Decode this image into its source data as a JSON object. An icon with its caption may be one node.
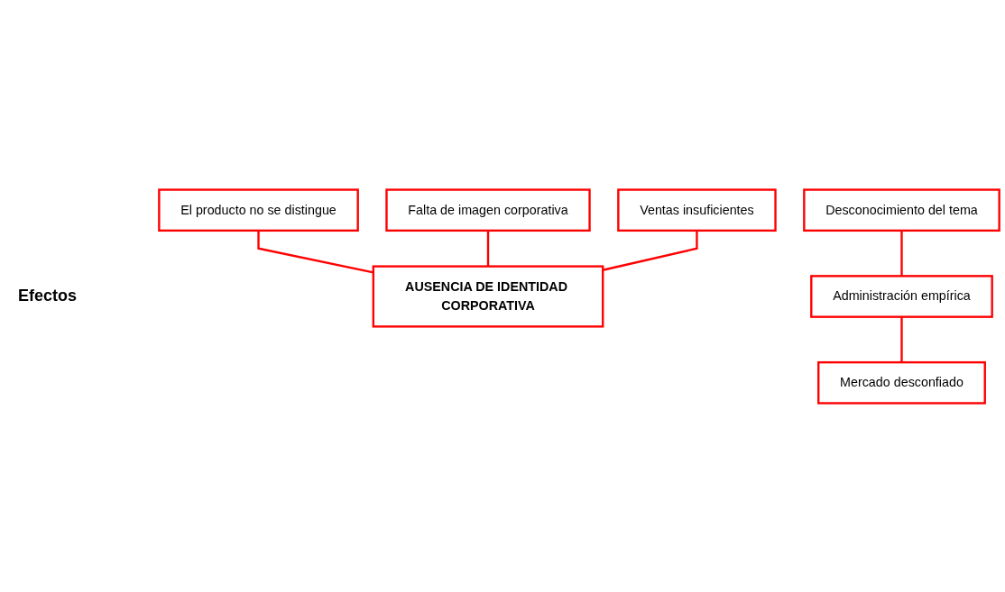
{
  "diagram": {
    "nodes": [
      {
        "text": [
          "El producto no se distingue"
        ]
      },
      {
        "text": [
          "Falta de imagen corporativa"
        ]
      },
      {
        "text": [
          "Ventas insuficientes"
        ]
      },
      {
        "text": [
          "AUSENCIA DE IDENTIDAD CORPORATIVA"
        ]
      },
      {
        "text": [
          "Desconocimiento del tema"
        ]
      },
      {
        "text": [
          "Administración empírica"
        ]
      },
      {
        "text": [
          "Mercado desconfiado"
        ]
      }
    ],
    "edges": [
      {
        "from": 0,
        "to": 3,
        "arrow": "none"
      },
      {
        "from": 1,
        "to": 3,
        "arrow": "none"
      },
      {
        "from": 2,
        "to": 3,
        "arrow": "none"
      },
      {
        "from": 4,
        "to": 5,
        "arrow": "none"
      },
      {
        "from": 5,
        "to": 6,
        "arrow": "none"
      }
    ],
    "labels": [
      "Efectos"
    ]
  }
}
